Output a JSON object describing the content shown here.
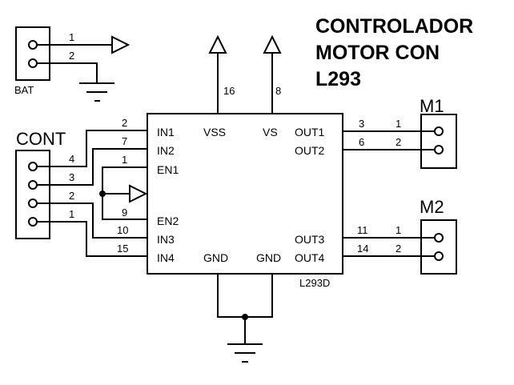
{
  "title": {
    "line1": "CONTROLADOR",
    "line2": "MOTOR CON",
    "line3": "L293"
  },
  "chip": {
    "part": "L293D",
    "left_pins": [
      "IN1",
      "IN2",
      "EN1",
      "EN2",
      "IN3",
      "IN4"
    ],
    "right_pins": [
      "OUT1",
      "OUT2",
      "OUT3",
      "OUT4"
    ],
    "top_pins": [
      "VSS",
      "VS"
    ],
    "bottom_pins": [
      "GND",
      "GND"
    ],
    "top_pin_numbers": [
      "16",
      "8"
    ]
  },
  "bat": {
    "label": "BAT",
    "wire_numbers": [
      "1",
      "2"
    ]
  },
  "cont": {
    "label": "CONT",
    "conn_numbers": [
      "4",
      "3",
      "2",
      "1"
    ]
  },
  "left_pin_numbers": {
    "in1": "2",
    "in2": "7",
    "en1": "1",
    "en2": "9",
    "in3": "10",
    "in4": "15"
  },
  "m1": {
    "label": "M1",
    "chip_pins": [
      "3",
      "6"
    ],
    "conn_pins": [
      "1",
      "2"
    ]
  },
  "m2": {
    "label": "M2",
    "chip_pins": [
      "11",
      "14"
    ],
    "conn_pins": [
      "1",
      "2"
    ]
  }
}
